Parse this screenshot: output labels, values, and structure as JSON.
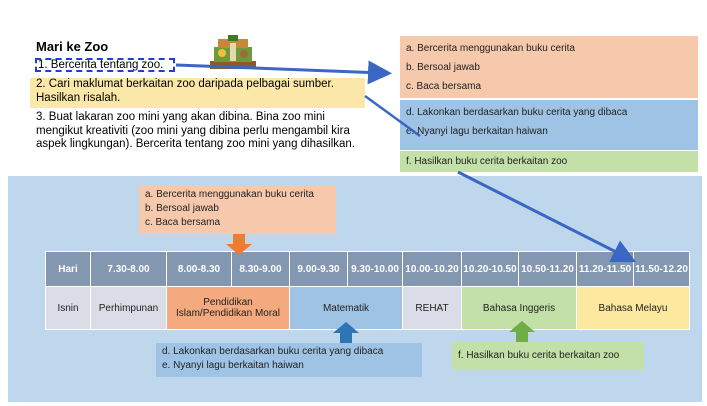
{
  "title": "Mari ke Zoo",
  "tasks": {
    "t1": "1. Bercerita tentang zoo.",
    "t2": "2. Cari maklumat berkaitan zoo daripada pelbagai sumber. Hasilkan risalah.",
    "t3": "3. Buat lakaran zoo mini yang akan dibina. Bina zoo mini mengikut kreativiti (zoo mini yang dibina perlu mengambil kira aspek lingkungan). Bercerita tentang zoo mini yang dihasilkan."
  },
  "activities": {
    "a": "a.  Bercerita menggunakan buku cerita",
    "b": "b.  Bersoal jawab",
    "c": "c.  Baca bersama",
    "d": "d.  Lakonkan  berdasarkan buku cerita yang dibaca",
    "e": "e.  Nyanyi lagu berkaitan haiwan",
    "f": "f.  Hasilkan buku cerita berkaitan zoo"
  },
  "timetable": {
    "headers": [
      "Hari",
      "7.30-8.00",
      "8.00-8.30",
      "8.30-9.00",
      "9.00-9.30",
      "9.30-10.00",
      "10.00-10.20",
      "10.20-10.50",
      "10.50-11.20",
      "11.20-11.50",
      "11.50-12.20"
    ],
    "row": {
      "day": "Isnin",
      "perhimpunan": "Perhimpunan",
      "pendidikan": "Pendidikan Islam/Pendidikan Moral",
      "matematik": "Matematik",
      "rehat": "REHAT",
      "bahasa_inggeris": "Bahasa Inggeris",
      "bahasa_melayu": "Bahasa Melayu"
    }
  },
  "colors": {
    "orange": "#f6c9ad",
    "blue": "#9fc3e4",
    "green": "#c2e0a7",
    "yellow": "#fde8a0",
    "arrow": "#3a66c4",
    "header": "#8497b0",
    "panel": "#bfd7ec"
  },
  "icons": [
    "zoo-clipart-icon"
  ]
}
